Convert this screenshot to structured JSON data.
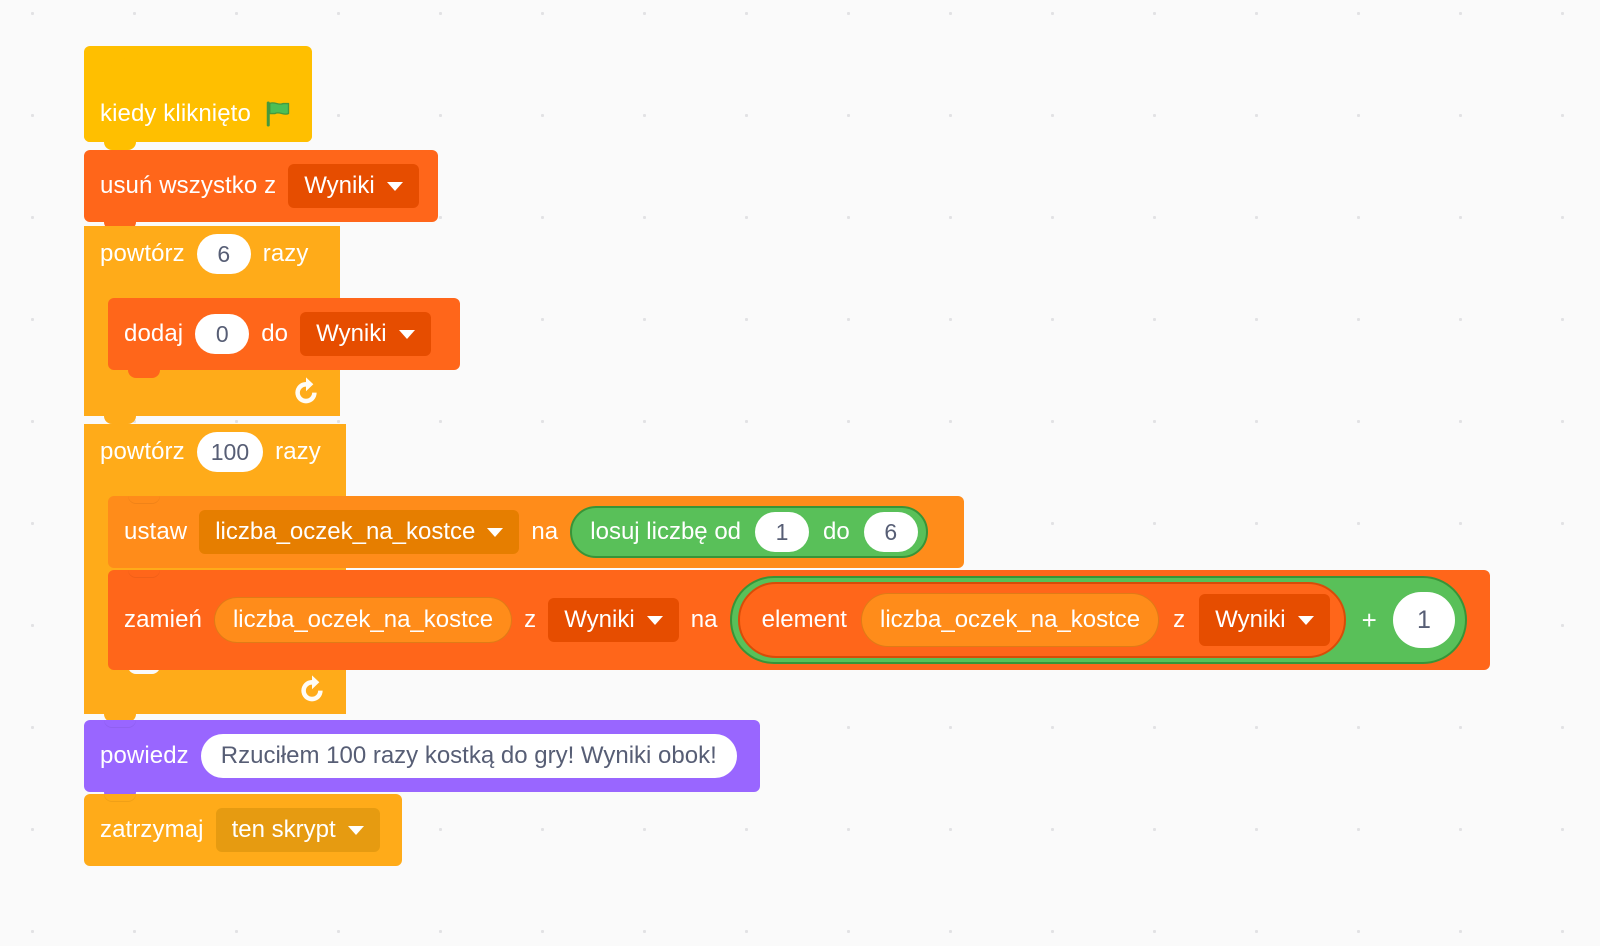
{
  "editor": {
    "name": "scratch-block-editor",
    "language": "pl",
    "background_color": "#FAFAFA",
    "grid_dot_color": "#E2E2E4"
  },
  "palette": {
    "events": "#FFBF00",
    "control": "#FFAB19",
    "lists": "#FF661A",
    "variables": "#FF8C1A",
    "looks": "#9966FF",
    "operators": "#59C059",
    "input_text": "#575E75"
  },
  "script": {
    "hat": {
      "label": "kiedy kliknięto",
      "icon": "green-flag-icon"
    },
    "delete_all": {
      "label": "usuń wszystko z",
      "list": "Wyniki"
    },
    "repeat_init": {
      "label_before": "powtórz",
      "times": "6",
      "label_after": "razy",
      "body": {
        "add": {
          "label_before": "dodaj",
          "value": "0",
          "label_middle": "do",
          "list": "Wyniki"
        }
      }
    },
    "repeat_roll": {
      "label_before": "powtórz",
      "times": "100",
      "label_after": "razy",
      "body": {
        "set_var": {
          "label_before": "ustaw",
          "variable": "liczba_oczek_na_kostce",
          "label_middle": "na",
          "random": {
            "label_before": "losuj liczbę od",
            "from": "1",
            "label_middle": "do",
            "to": "6"
          }
        },
        "replace_item": {
          "label_before": "zamień",
          "index_variable": "liczba_oczek_na_kostce",
          "label_z": "z",
          "list": "Wyniki",
          "label_na": "na",
          "value": {
            "item_of": {
              "label_before": "element",
              "index_variable": "liczba_oczek_na_kostce",
              "label_z": "z",
              "list": "Wyniki"
            },
            "operator": "+",
            "operand": "1"
          }
        }
      }
    },
    "say": {
      "label": "powiedz",
      "message": "Rzuciłem 100 razy kostką do gry! Wyniki obok!"
    },
    "stop": {
      "label": "zatrzymaj",
      "option": "ten skrypt"
    }
  }
}
